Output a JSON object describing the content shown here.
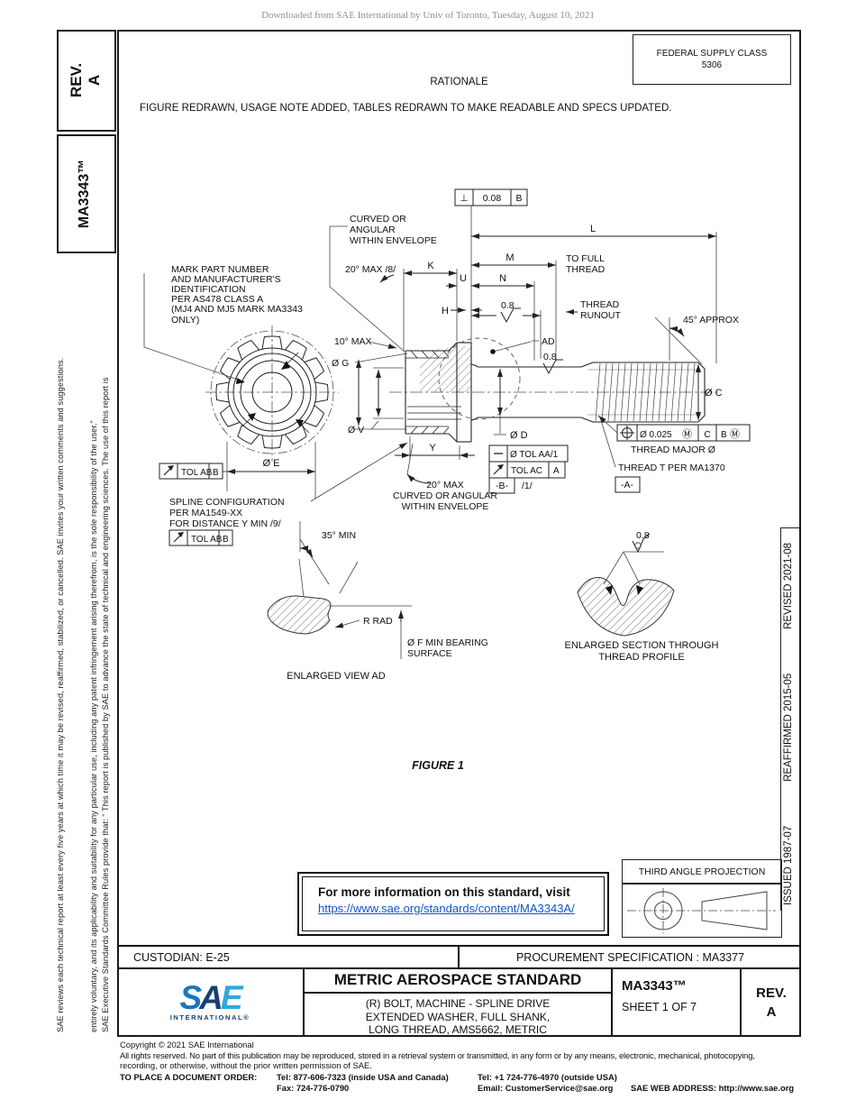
{
  "notice": "Downloaded from SAE International by Univ of Toronto, Tuesday, August 10, 2021",
  "fsc": {
    "label": "FEDERAL SUPPLY CLASS",
    "value": "5306"
  },
  "rationale": {
    "title": "RATIONALE",
    "text": "FIGURE REDRAWN, USAGE NOTE ADDED, TABLES REDRAWN TO MAKE READABLE AND SPECS UPDATED."
  },
  "sidebar": {
    "rev_label": "REV.",
    "rev_value": "A",
    "doc_number": "MA3343™",
    "legal1": "SAE Executive Standards Committee Rules provide that: “ This report is published by SAE to advance the state of technical and engineering sciences. The use of this report is",
    "legal2": "entirely voluntary, and its applicability and suitability for any particular use, including any patent infringement arising therefrom, is the sole responsibility of the user.”",
    "legal3": "SAE reviews each technical report at least every five years at which time it may be revised, reaffirmed, stabilized, or cancelled. SAE invites your written comments and suggestions."
  },
  "revbar": {
    "issued": "ISSUED 1987-07",
    "reaffirmed": "REAFFIRMED 2015-05",
    "revised": "REVISED 2021-08"
  },
  "drawing": {
    "fcf_perp": {
      "sym": "⊥",
      "tol": "0.08",
      "datum": "B"
    },
    "fcf_straight": {
      "tol": "Ø TOL AA/1"
    },
    "fcf_runout_ac": {
      "tol": "TOL AC",
      "datum": "A"
    },
    "fcf_runout_ab": {
      "tol": "TOL AB",
      "datum": "B"
    },
    "fcf_pos": {
      "tol": "Ø 0.025",
      "mod": "Ⓜ",
      "d1": "C",
      "d2": "B",
      "d2mod": "Ⓜ"
    },
    "labels": {
      "curved1": "CURVED OR",
      "curved2": "ANGULAR",
      "curved3": "WITHIN ENVELOPE",
      "mark1": "MARK PART NUMBER",
      "mark2": "AND MANUFACTURER'S",
      "mark3": "IDENTIFICATION",
      "mark4": "PER AS478 CLASS A",
      "mark5": "(MJ4 AND MJ5 MARK MA3343",
      "mark6": "ONLY)",
      "deg20_8": "20° MAX /8/",
      "k": "K",
      "u": "U",
      "h": "H",
      "m": "M",
      "n": "N",
      "l": "L",
      "y": "Y",
      "tofull1": "TO FULL",
      "tofull2": "THREAD",
      "runout1": "THREAD",
      "runout2": "RUNOUT",
      "finish": "0.8",
      "deg45": "45° APPROX",
      "ad": "AD",
      "deg10": "10° MAX",
      "dg": "Ø G",
      "dv": "Ø V",
      "dd": "Ø D",
      "dc": "Ø C",
      "de": "Ø E",
      "deg20b1": "20° MAX",
      "deg20b2": "CURVED OR ANGULAR",
      "deg20b3": "WITHIN ENVELOPE",
      "spline1": "SPLINE CONFIGURATION",
      "spline2": "PER MA1549-XX",
      "spline3": "FOR DISTANCE Y MIN /9/",
      "deg35": "35° MIN",
      "rrad": "R RAD",
      "df1": "Ø F MIN BEARING",
      "df2": "SURFACE",
      "enlarged_ad": "ENLARGED VIEW AD",
      "enlarged_thread1": "ENLARGED SECTION THROUGH",
      "enlarged_thread2": "THREAD PROFILE",
      "thread_major": "THREAD MAJOR Ø",
      "thread_t": "THREAD T PER MA1370",
      "datum_a": "-A-",
      "datum_b": "-B-",
      "note1": "/1/",
      "figure": "FIGURE 1"
    }
  },
  "info_box": {
    "line1": "For more information on this standard, visit",
    "link": "https://www.sae.org/standards/content/MA3343A/"
  },
  "projection": {
    "title": "THIRD ANGLE PROJECTION"
  },
  "title_block": {
    "custodian": "CUSTODIAN: E-25",
    "procurement": "PROCUREMENT SPECIFICATION : MA3377",
    "standard": "METRIC AEROSPACE STANDARD",
    "t1": "(R) BOLT, MACHINE - SPLINE DRIVE",
    "t2": "EXTENDED WASHER, FULL SHANK,",
    "t3": "LONG THREAD, AMS5662, METRIC",
    "number": "MA3343™",
    "sheet": "SHEET 1 OF 7",
    "rev_label": "REV.",
    "rev_value": "A",
    "logo_s": "S",
    "logo_a": "A",
    "logo_e": "E",
    "logo_sub": "INTERNATIONAL®"
  },
  "footer": {
    "copyright": "Copyright © 2021 SAE International",
    "rights1": "All rights reserved. No part of this publication may be reproduced, stored in a retrieval system or transmitted, in any form or by any means, electronic, mechanical, photocopying,",
    "rights2": "recording, or otherwise, without the prior written permission of SAE.",
    "order": "TO PLACE A DOCUMENT ORDER:",
    "tel1": "Tel: 877-606-7323 (inside USA and Canada)",
    "fax": "Fax: 724-776-0790",
    "tel2": "Tel: +1 724-776-4970 (outside USA)",
    "email": "Email: CustomerService@sae.org",
    "web": "SAE WEB ADDRESS: http://www.sae.org"
  }
}
